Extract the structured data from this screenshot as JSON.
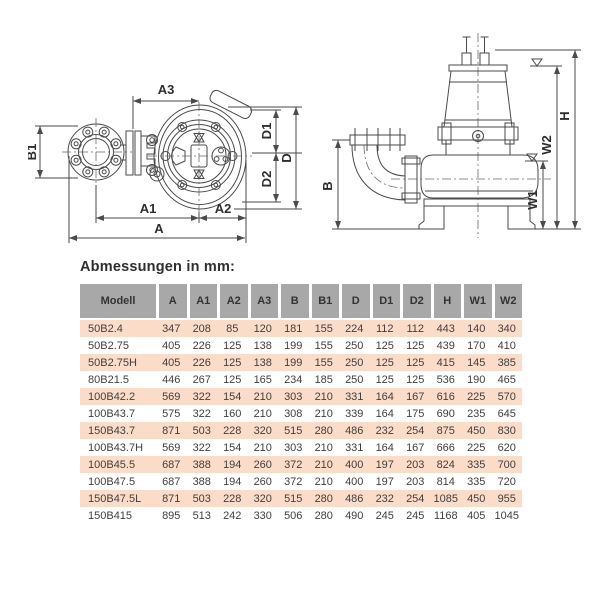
{
  "title": "Abmessungen in mm:",
  "colors": {
    "header_bg": "#a8a8a8",
    "highlight_row_bg": "#fbdcc9",
    "line_color": "#4a4a4a",
    "text_color": "#3f3f3f"
  },
  "diagrams": {
    "top_view": {
      "name": "pump-top-view-drawing",
      "labels": {
        "a": "A",
        "a1": "A1",
        "a2": "A2",
        "a3": "A3",
        "b1": "B1",
        "d": "D",
        "d1": "D1",
        "d2": "D2"
      }
    },
    "side_view": {
      "name": "pump-side-view-drawing",
      "labels": {
        "b": "B",
        "h": "H",
        "w1": "W1",
        "w2": "W2"
      }
    }
  },
  "table": {
    "columns": [
      "Modell",
      "A",
      "A1",
      "A2",
      "A3",
      "B",
      "B1",
      "D",
      "D1",
      "D2",
      "H",
      "W1",
      "W2"
    ],
    "rows": [
      {
        "model": "50B2.4",
        "values": [
          347,
          208,
          85,
          120,
          181,
          155,
          224,
          112,
          112,
          443,
          140,
          340
        ],
        "highlight": true
      },
      {
        "model": "50B2.75",
        "values": [
          405,
          226,
          125,
          138,
          199,
          155,
          250,
          125,
          125,
          439,
          170,
          410
        ],
        "highlight": false
      },
      {
        "model": "50B2.75H",
        "values": [
          405,
          226,
          125,
          138,
          199,
          155,
          250,
          125,
          125,
          415,
          145,
          385
        ],
        "highlight": true
      },
      {
        "model": "80B21.5",
        "values": [
          446,
          267,
          125,
          165,
          234,
          185,
          250,
          125,
          125,
          536,
          190,
          465
        ],
        "highlight": false
      },
      {
        "model": "100B42.2",
        "values": [
          569,
          322,
          154,
          210,
          303,
          210,
          331,
          164,
          167,
          616,
          225,
          570
        ],
        "highlight": true
      },
      {
        "model": "100B43.7",
        "values": [
          575,
          322,
          160,
          210,
          308,
          210,
          339,
          164,
          175,
          690,
          235,
          645
        ],
        "highlight": false
      },
      {
        "model": "150B43.7",
        "values": [
          871,
          503,
          228,
          320,
          515,
          280,
          486,
          232,
          254,
          875,
          450,
          830
        ],
        "highlight": true
      },
      {
        "model": "100B43.7H",
        "values": [
          569,
          322,
          154,
          210,
          303,
          210,
          331,
          164,
          167,
          666,
          225,
          620
        ],
        "highlight": false
      },
      {
        "model": "100B45.5",
        "values": [
          687,
          388,
          194,
          260,
          372,
          210,
          400,
          197,
          203,
          824,
          335,
          700
        ],
        "highlight": true
      },
      {
        "model": "100B47.5",
        "values": [
          687,
          388,
          194,
          260,
          372,
          210,
          400,
          197,
          203,
          814,
          335,
          720
        ],
        "highlight": false
      },
      {
        "model": "150B47.5L",
        "values": [
          871,
          503,
          228,
          320,
          515,
          280,
          486,
          232,
          254,
          1085,
          450,
          955
        ],
        "highlight": true
      },
      {
        "model": "150B415",
        "values": [
          895,
          513,
          242,
          330,
          506,
          280,
          490,
          245,
          245,
          1168,
          405,
          1045
        ],
        "highlight": false
      }
    ]
  }
}
